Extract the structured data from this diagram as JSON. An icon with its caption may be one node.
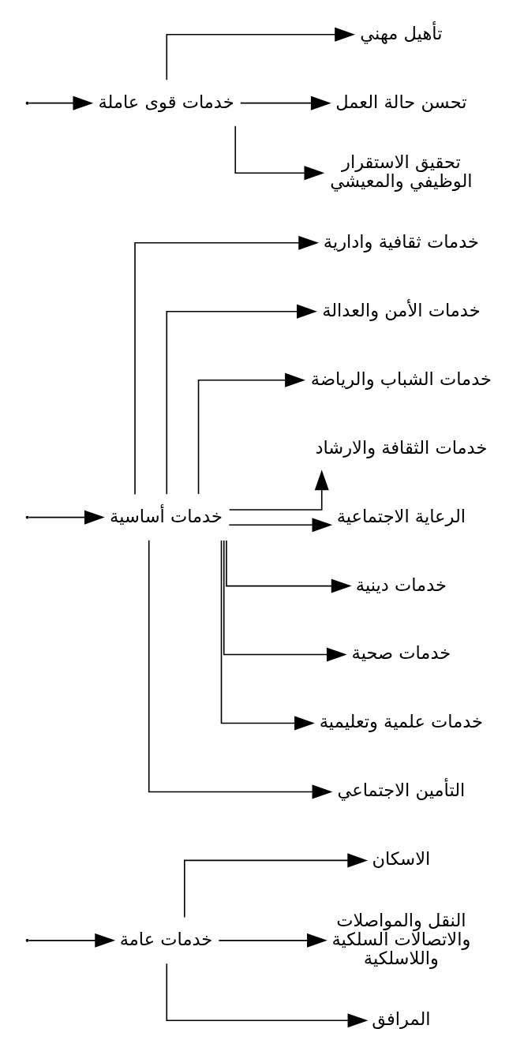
{
  "diagram": {
    "nodes": [
      {
        "text": [
          "خدمات عامة"
        ]
      },
      {
        "text": [
          "خدمات أساسية"
        ]
      },
      {
        "text": [
          "خدمات قوى عاملة"
        ]
      },
      {
        "text": [
          "الاسكان"
        ]
      },
      {
        "text": [
          "النقل والمواصلات والاتصالات السلكية واللاسلكية"
        ]
      },
      {
        "text": [
          "المرافق"
        ]
      },
      {
        "text": [
          "خدمات ثقافية وادارية"
        ]
      },
      {
        "text": [
          "خدمات الأمن والعدالة"
        ]
      },
      {
        "text": [
          "خدمات الشباب والرياضة"
        ]
      },
      {
        "text": [
          "خدمات الثقافة والارشاد"
        ]
      },
      {
        "text": [
          "الرعاية الاجتماعية"
        ]
      },
      {
        "text": [
          "خدمات دينية"
        ]
      },
      {
        "text": [
          "خدمات صحية"
        ]
      },
      {
        "text": [
          "خدمات علمية وتعليمية"
        ]
      },
      {
        "text": [
          "التأمين الاجتماعي"
        ]
      },
      {
        "text": [
          "تأهيل مهني"
        ]
      },
      {
        "text": [
          "تحسن حالة العمل"
        ]
      },
      {
        "text": [
          "تحقيق الاستقرار الوظيفي والمعيشي"
        ]
      }
    ],
    "edges": [
      {
        "from": null,
        "to": 0,
        "arrow": "to"
      },
      {
        "from": null,
        "to": 1,
        "arrow": "to"
      },
      {
        "from": null,
        "to": 2,
        "arrow": "to"
      },
      {
        "from": 0,
        "to": 3,
        "arrow": "to"
      },
      {
        "from": 0,
        "to": 4,
        "arrow": "to"
      },
      {
        "from": 0,
        "to": 5,
        "arrow": "to"
      },
      {
        "from": 1,
        "to": 6,
        "arrow": "to"
      },
      {
        "from": 1,
        "to": 7,
        "arrow": "to"
      },
      {
        "from": 1,
        "to": 8,
        "arrow": "to"
      },
      {
        "from": 1,
        "to": 9,
        "arrow": "to"
      },
      {
        "from": 1,
        "to": 10,
        "arrow": "to"
      },
      {
        "from": 1,
        "to": 11,
        "arrow": "to"
      },
      {
        "from": 1,
        "to": 12,
        "arrow": "to"
      },
      {
        "from": 1,
        "to": 13,
        "arrow": "to"
      },
      {
        "from": 1,
        "to": 14,
        "arrow": "to"
      },
      {
        "from": 2,
        "to": 15,
        "arrow": "to"
      },
      {
        "from": 2,
        "to": 16,
        "arrow": "to"
      },
      {
        "from": 2,
        "to": 17,
        "arrow": "to"
      }
    ]
  }
}
